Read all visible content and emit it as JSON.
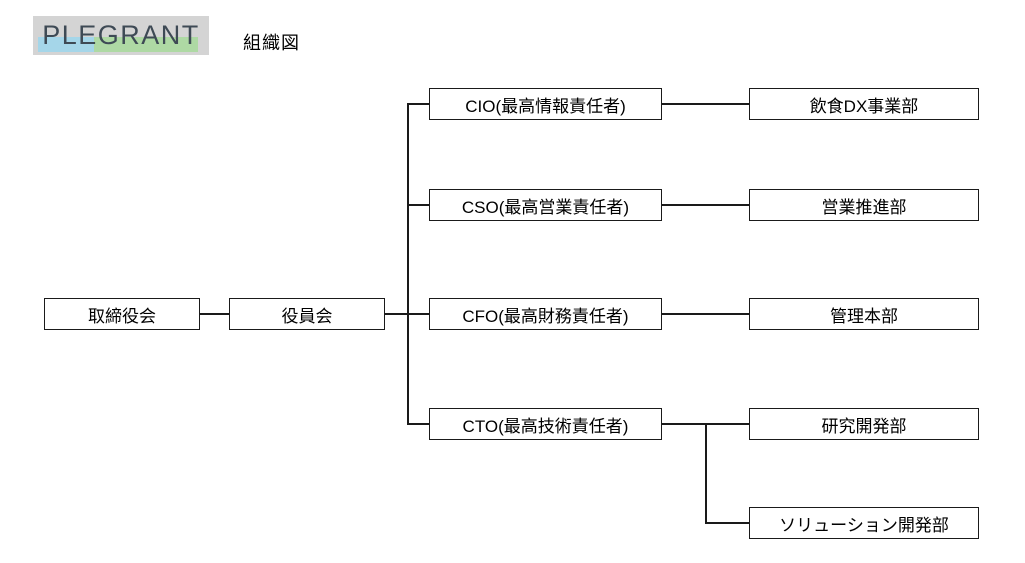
{
  "header": {
    "logo_text": "PLEGRANT",
    "title": "組織図"
  },
  "colors": {
    "logo_background": "#d4d4d4",
    "logo_highlight_blue": "#a5d6e9",
    "logo_highlight_green": "#aed9a4",
    "logo_letters": "#3e4a55",
    "node_border": "#1a1a1a",
    "connector_line": "#1a1a1a"
  },
  "diagram": {
    "type": "org-chart",
    "nodes": [
      {
        "id": "board",
        "label": "取締役会"
      },
      {
        "id": "exec",
        "label": "役員会"
      },
      {
        "id": "cio",
        "label": "CIO(最高情報責任者)"
      },
      {
        "id": "cso",
        "label": "CSO(最高営業責任者)"
      },
      {
        "id": "cfo",
        "label": "CFO(最高財務責任者)"
      },
      {
        "id": "cto",
        "label": "CTO(最高技術責任者)"
      },
      {
        "id": "dx",
        "label": "飲食DX事業部"
      },
      {
        "id": "sales",
        "label": "営業推進部"
      },
      {
        "id": "admin",
        "label": "管理本部"
      },
      {
        "id": "rnd",
        "label": "研究開発部"
      },
      {
        "id": "solution",
        "label": "ソリューション開発部"
      }
    ],
    "edges": [
      [
        "board",
        "exec"
      ],
      [
        "exec",
        "cio"
      ],
      [
        "exec",
        "cso"
      ],
      [
        "exec",
        "cfo"
      ],
      [
        "exec",
        "cto"
      ],
      [
        "cio",
        "dx"
      ],
      [
        "cso",
        "sales"
      ],
      [
        "cfo",
        "admin"
      ],
      [
        "cto",
        "rnd"
      ],
      [
        "cto",
        "solution"
      ]
    ]
  }
}
